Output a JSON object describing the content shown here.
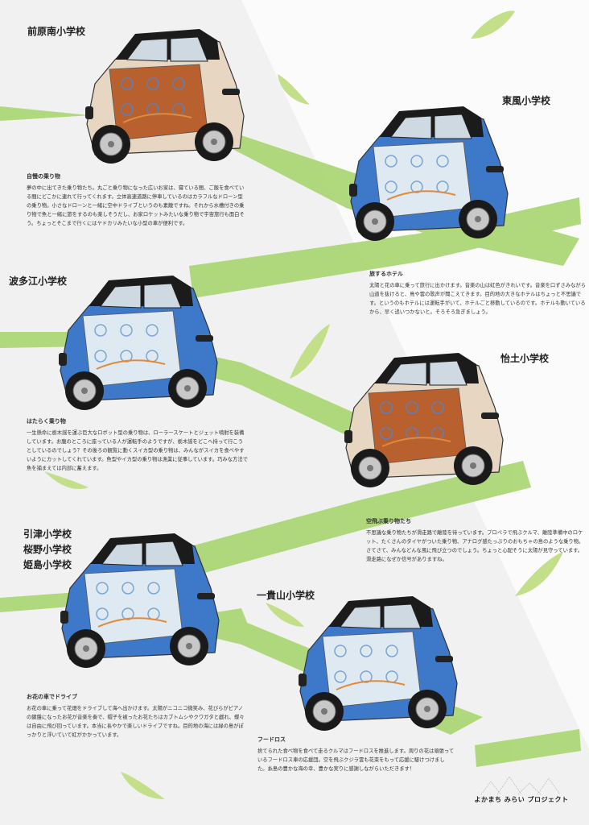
{
  "colors": {
    "road": "#a8d56f",
    "leaf": "#c4df8a",
    "body_beige": "#e6d6c2",
    "body_blue": "#3d78c9",
    "roof": "#1b1b1b"
  },
  "schools": [
    {
      "name": "前原南小学校",
      "body": "beige",
      "door": "brown",
      "title": "自慢の乗り物",
      "text": "夢の中に出てきた乗り物たち。丸ごと乗り物になった広いお家は、寝ている間、ご飯を食べている間にどこかに連れて行ってくれます。立体高速道路に停車しているのはカラフルなドローン型の乗り物。小さなドローンと一緒に空中ドライブというのも素敵ですね。それから水槽付きの乗り物で魚と一緒に旅をするのも楽しそうだし、お家ロケットみたいな乗り物で宇宙旅行も面白そう。ちょっとそこまで行くにはヤドカリみたいな小型の車が便利です。"
    },
    {
      "name": "東風小学校",
      "body": "blue",
      "door": "light",
      "title": "旅するホテル",
      "text": "太陽と花の車に乗って旅行に出かけます。音楽の山は虹色がきれいです。音楽を口ずさみながら山道を抜けると、鳥や雲の歌声が聞こえてきます。目的地の大きなホテルはちょっと不思議です。というのもホテルには運転手がいて、ホテルごと移動しているのです。ホテルも動いているから、早く追いつかないと。そろそろ急ぎましょう。"
    },
    {
      "name": "波多江小学校",
      "body": "blue",
      "door": "light",
      "title": "はたらく乗り物",
      "text": "一生懸命に栃木謡を運ぶ巨大なロボット型の乗り物は、ローラースケートとジェット噴射を装備しています。お腹のところに座っている人が運転手のようですが、栃木謡をどこへ持って行こうとしているのでしょう？その後ろの観覧に動くスイカ型の乗り物は、みんながスイカを食べやすいようにカットしてくれています。魚型やイカ型の乗り物は漁業に従事しています。巧みな方法で魚を捕まえては内部に蓄えます。"
    },
    {
      "name": "怡土小学校",
      "body": "beige",
      "door": "brown",
      "title": "空飛ぶ乗り物たち",
      "text": "不思議な乗り物たちが滑走路で離陸を待っています。プロペラで飛ぶクルマ、離陸準備中のロケット、たくさんのタイヤがついた乗り物、アナログ感たっぷりのおもちゃの島のような乗り物。さてさて、みんなどんな風に飛び立つのでしょう。ちょっと心配そうに太陽が見守っています。滑走路になぜか信号がありますね。"
    },
    {
      "name": "引津小学校\n桜野小学校\n姫島小学校",
      "body": "blue",
      "door": "light",
      "title": "お花の車でドライブ",
      "text": "お花の車に乗って花畑をドライブして海へ出かけます。太陽がニコニコ微笑み、花びらがピアノの鍵盤になったお花が音楽を奏で、帽子を被ったお花たちはカブトムシやクワガタと戯れ、蝶々は自由に飛び回っています。本当に長やかで楽しいドライブですね。目的地の海には緑の島がぽっかりと浮いていて虹がかかっています。"
    },
    {
      "name": "一貴山小学校",
      "body": "blue",
      "door": "light",
      "title": "フードロス",
      "text": "捨てられた食べ物を食べて走るクルマはフードロスを推進します。周りの花は頑張っているフードロス車の応援団。空を飛ぶクジラ雲も花束をもって応援に駆けつけました。糸島の豊かな海の幸、豊かな実りに感謝しながらいただきます！"
    }
  ],
  "logo": {
    "text": "よかまち みらい プロジェクト"
  }
}
